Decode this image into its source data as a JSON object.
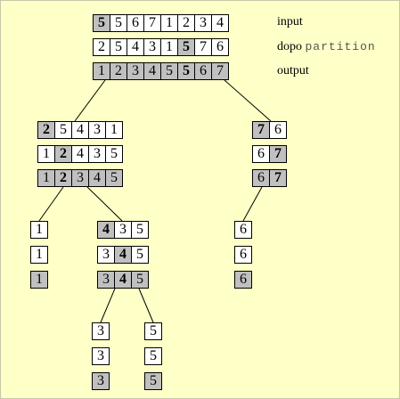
{
  "labels": {
    "input": "input",
    "after_prefix": "dopo",
    "after_keyword": "partition",
    "output": "output"
  },
  "colors": {
    "background": "#ffffc8",
    "shaded": "#c0c0c0",
    "cell": "#ffffff"
  },
  "nodes": [
    {
      "id": "root",
      "rows": [
        {
          "cells": [
            {
              "v": "5",
              "g": true,
              "b": true
            },
            {
              "v": "5"
            },
            {
              "v": "6"
            },
            {
              "v": "7"
            },
            {
              "v": "1"
            },
            {
              "v": "2"
            },
            {
              "v": "3"
            },
            {
              "v": "4"
            }
          ]
        },
        {
          "cells": [
            {
              "v": "2"
            },
            {
              "v": "5"
            },
            {
              "v": "4"
            },
            {
              "v": "3"
            },
            {
              "v": "1"
            },
            {
              "v": "5",
              "g": true,
              "b": true
            },
            {
              "v": "7"
            },
            {
              "v": "6"
            }
          ]
        },
        {
          "cells": [
            {
              "v": "1",
              "g": true
            },
            {
              "v": "2",
              "g": true
            },
            {
              "v": "3",
              "g": true
            },
            {
              "v": "4",
              "g": true
            },
            {
              "v": "5",
              "g": true
            },
            {
              "v": "5",
              "g": true,
              "b": true
            },
            {
              "v": "6",
              "g": true
            },
            {
              "v": "7",
              "g": true
            }
          ]
        }
      ]
    },
    {
      "id": "left",
      "rows": [
        {
          "cells": [
            {
              "v": "2",
              "g": true,
              "b": true
            },
            {
              "v": "5"
            },
            {
              "v": "4"
            },
            {
              "v": "3"
            },
            {
              "v": "1"
            }
          ]
        },
        {
          "cells": [
            {
              "v": "1"
            },
            {
              "v": "2",
              "g": true,
              "b": true
            },
            {
              "v": "4"
            },
            {
              "v": "3"
            },
            {
              "v": "5"
            }
          ]
        },
        {
          "cells": [
            {
              "v": "1",
              "g": true
            },
            {
              "v": "2",
              "g": true,
              "b": true
            },
            {
              "v": "3",
              "g": true
            },
            {
              "v": "4",
              "g": true
            },
            {
              "v": "5",
              "g": true
            }
          ]
        }
      ]
    },
    {
      "id": "right",
      "rows": [
        {
          "cells": [
            {
              "v": "7",
              "g": true,
              "b": true
            },
            {
              "v": "6"
            }
          ]
        },
        {
          "cells": [
            {
              "v": "6"
            },
            {
              "v": "7",
              "g": true,
              "b": true
            }
          ]
        },
        {
          "cells": [
            {
              "v": "6",
              "g": true
            },
            {
              "v": "7",
              "g": true,
              "b": true
            }
          ]
        }
      ]
    },
    {
      "id": "ll",
      "rows": [
        {
          "cells": [
            {
              "v": "1"
            }
          ]
        },
        {
          "cells": [
            {
              "v": "1"
            }
          ]
        },
        {
          "cells": [
            {
              "v": "1",
              "g": true
            }
          ]
        }
      ]
    },
    {
      "id": "lr",
      "rows": [
        {
          "cells": [
            {
              "v": "4",
              "g": true,
              "b": true
            },
            {
              "v": "3"
            },
            {
              "v": "5"
            }
          ]
        },
        {
          "cells": [
            {
              "v": "3"
            },
            {
              "v": "4",
              "g": true,
              "b": true
            },
            {
              "v": "5"
            }
          ]
        },
        {
          "cells": [
            {
              "v": "3",
              "g": true
            },
            {
              "v": "4",
              "g": true,
              "b": true
            },
            {
              "v": "5",
              "g": true
            }
          ]
        }
      ]
    },
    {
      "id": "rl",
      "rows": [
        {
          "cells": [
            {
              "v": "6"
            }
          ]
        },
        {
          "cells": [
            {
              "v": "6"
            }
          ]
        },
        {
          "cells": [
            {
              "v": "6",
              "g": true
            }
          ]
        }
      ]
    },
    {
      "id": "lrl",
      "rows": [
        {
          "cells": [
            {
              "v": "3"
            }
          ]
        },
        {
          "cells": [
            {
              "v": "3"
            }
          ]
        },
        {
          "cells": [
            {
              "v": "3",
              "g": true
            }
          ]
        }
      ]
    },
    {
      "id": "lrr",
      "rows": [
        {
          "cells": [
            {
              "v": "5"
            }
          ]
        },
        {
          "cells": [
            {
              "v": "5"
            }
          ]
        },
        {
          "cells": [
            {
              "v": "5",
              "g": true
            }
          ]
        }
      ]
    }
  ],
  "edges": [
    [
      "root",
      "left"
    ],
    [
      "root",
      "right"
    ],
    [
      "left",
      "ll"
    ],
    [
      "left",
      "lr"
    ],
    [
      "right",
      "rl"
    ],
    [
      "lr",
      "lrl"
    ],
    [
      "lr",
      "lrr"
    ]
  ]
}
